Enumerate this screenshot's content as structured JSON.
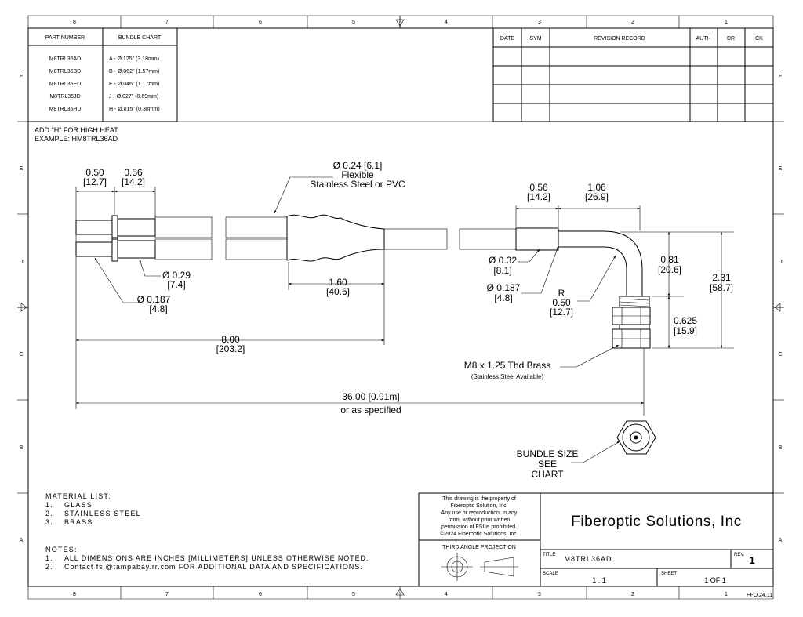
{
  "zones": {
    "columns": [
      "8",
      "7",
      "6",
      "5",
      "4",
      "3",
      "2",
      "1"
    ],
    "rows": [
      "F",
      "E",
      "D",
      "C",
      "B",
      "A"
    ]
  },
  "bundle_table": {
    "headers": [
      "PART NUMBER",
      "BUNDLE CHART"
    ],
    "rows": [
      {
        "part": "M8TRL36AD",
        "bundle": "A - Ø.125\" (3.18mm)"
      },
      {
        "part": "M8TRL36BD",
        "bundle": "B - Ø.062\" (1.57mm)"
      },
      {
        "part": "M8TRL36ED",
        "bundle": "E - Ø.046\" (1.17mm)"
      },
      {
        "part": "M8TRL36JD",
        "bundle": "J - Ø.027\" (0.69mm)"
      },
      {
        "part": "M8TRL36HD",
        "bundle": "H - Ø.015\" (0.38mm)"
      }
    ]
  },
  "revision_table": {
    "headers": [
      "DATE",
      "SYM",
      "REVISION RECORD",
      "AUTH",
      "DR",
      "CK"
    ]
  },
  "heat_note": [
    "ADD \"H\" FOR HIGH HEAT.",
    "EXAMPLE: HM8TRL36AD"
  ],
  "callouts": {
    "d050_val": "0.50",
    "d050_mm": "[12.7]",
    "d056_val": "0.56",
    "d056_mm": "[14.2]",
    "sheath_l1": "Ø 0.24 [6.1]",
    "sheath_l2": "Flexible",
    "sheath_l3": "Stainless Steel or PVC",
    "d029_val": "Ø 0.29",
    "d029_mm": "[7.4]",
    "d0187a_val": "Ø 0.187",
    "d0187a_mm": "[4.8]",
    "d160_val": "1.60",
    "d160_mm": "[40.6]",
    "d800_val": "8.00",
    "d800_mm": "[203.2]",
    "d3600_val": "36.00 [0.91m]",
    "d3600_note": "or as specified",
    "d056b_val": "0.56",
    "d056b_mm": "[14.2]",
    "d106_val": "1.06",
    "d106_mm": "[26.9]",
    "d032_val": "Ø 0.32",
    "d032_mm": "[8.1]",
    "d0187b_val": "Ø 0.187",
    "d0187b_mm": "[4.8]",
    "radius_r": "R",
    "radius_val": "0.50",
    "radius_mm": "[12.7]",
    "d081_val": "0.81",
    "d081_mm": "[20.6]",
    "d231_val": "2.31",
    "d231_mm": "[58.7]",
    "d0625_val": "0.625",
    "d0625_mm": "[15.9]",
    "thread_label": "M8 x 1.25 Thd Brass",
    "thread_note": "(Stainless Steel Available)",
    "bundle_size": [
      "BUNDLE SIZE",
      "SEE",
      "CHART"
    ]
  },
  "material_list": {
    "title": "MATERIAL LIST:",
    "items": [
      {
        "num": "1.",
        "text": "GLASS"
      },
      {
        "num": "2.",
        "text": "STAINLESS STEEL"
      },
      {
        "num": "3.",
        "text": "BRASS"
      }
    ]
  },
  "notes": {
    "title": "NOTES:",
    "items": [
      {
        "num": "1.",
        "text": "ALL DIMENSIONS ARE INCHES [MILLIMETERS] UNLESS OTHERWISE NOTED."
      },
      {
        "num": "2.",
        "text": "Contact fsi@tampabay.rr.com FOR ADDITIONAL DATA AND SPECIFICATIONS."
      }
    ]
  },
  "title_block": {
    "property_notice": [
      "This drawing is the property of",
      "Fiberoptic Solution, Inc.",
      "Any use or reproduction, in any",
      "form, without prior written",
      "permission of FSI is prohibited.",
      "©2024 Fiberoptic Solutions, Inc."
    ],
    "projection": "THIRD ANGLE PROJECTION",
    "company": "Fiberoptic Solutions, Inc",
    "title_label": "TITLE",
    "title_value": "M8TRL36AD",
    "rev_label": "REV.",
    "rev_value": "1",
    "scale_label": "SCALE",
    "scale_value": "1 : 1",
    "sheet_label": "SHEET",
    "sheet_value": "1  OF 1",
    "form_id": "FFO.24.11"
  }
}
